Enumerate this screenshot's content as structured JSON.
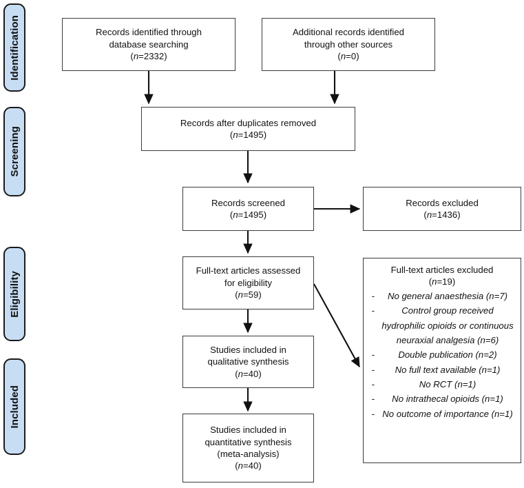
{
  "diagram": {
    "title": "PRISMA flow diagram",
    "type": "flowchart",
    "accent_color": "#c7ddf4",
    "border_color": "#3b3b3b",
    "stage_border_color": "#1a1a1a"
  },
  "stages": [
    {
      "label": "Identification"
    },
    {
      "label": "Screening"
    },
    {
      "label": "Eligibility"
    },
    {
      "label": "Included"
    }
  ],
  "boxes": {
    "identified_database": {
      "line1": "Records identified through",
      "line2": "database searching",
      "count_prefix": "(",
      "count_n": "n",
      "count_value": "=2332)"
    },
    "identified_other": {
      "line1": "Additional records identified",
      "line2": "through other sources",
      "count_prefix": "(",
      "count_n": "n",
      "count_value": "=0)"
    },
    "after_duplicates": {
      "line1": "Records after duplicates removed",
      "count_prefix": "(",
      "count_n": "n",
      "count_value": "=1495)"
    },
    "screened": {
      "line1": "Records screened",
      "count_prefix": "(",
      "count_n": "n",
      "count_value": "=1495)"
    },
    "records_excluded": {
      "line1": "Records excluded",
      "count_prefix": "(",
      "count_n": "n",
      "count_value": "=1436)"
    },
    "fulltext_assessed": {
      "line1": "Full-text articles assessed",
      "line2": "for eligibility",
      "count_prefix": "(",
      "count_n": "n",
      "count_value": "=59)"
    },
    "qualitative": {
      "line1": "Studies included in",
      "line2": "qualitative synthesis",
      "count_prefix": "(",
      "count_n": "n",
      "count_value": "=40)"
    },
    "quantitative": {
      "line1": "Studies included in",
      "line2": "quantitative synthesis",
      "line3": "(meta-analysis)",
      "count_prefix": "(",
      "count_n": "n",
      "count_value": "=40)"
    },
    "fulltext_excluded": {
      "heading": "Full-text articles excluded",
      "count_prefix": "(",
      "count_n": "n",
      "count_value": "=19)",
      "bullet": "-",
      "reasons": [
        {
          "text": "No general anaesthesia (n=7)"
        },
        {
          "text": "Control group received hydrophilic opioids or continuous neuraxial analgesia (n=6)"
        },
        {
          "text": "Double publication (n=2)"
        },
        {
          "text": "No full text available (n=1)"
        },
        {
          "text": "No RCT (n=1)"
        },
        {
          "text": "No intrathecal opioids (n=1)"
        },
        {
          "text": "No outcome of importance (n=1)"
        }
      ]
    }
  }
}
